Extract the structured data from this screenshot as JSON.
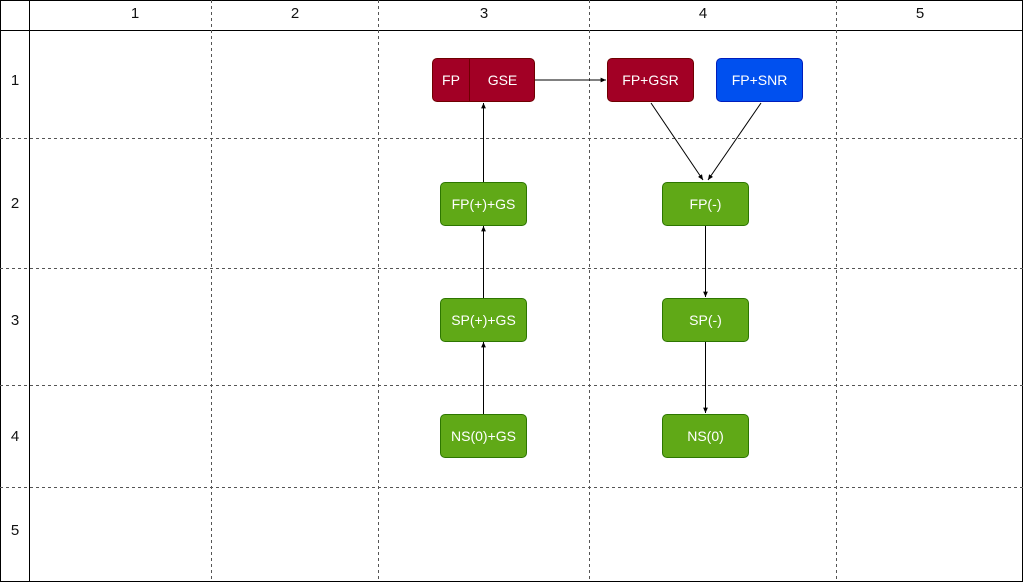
{
  "grid": {
    "columns": [
      "1",
      "2",
      "3",
      "4",
      "5"
    ],
    "rows": [
      "1",
      "2",
      "3",
      "4",
      "5"
    ]
  },
  "nodes": {
    "fp_gse": {
      "left_label": "FP",
      "right_label": "GSE",
      "color": "#a20025"
    },
    "fp_gsr": {
      "label": "FP+GSR",
      "color": "#a20025"
    },
    "fp_snr": {
      "label": "FP+SNR",
      "color": "#0050ef"
    },
    "fp_plus_gs": {
      "label": "FP(+)+GS",
      "color": "#60a917"
    },
    "fp_minus": {
      "label": "FP(-)",
      "color": "#60a917"
    },
    "sp_plus_gs": {
      "label": "SP(+)+GS",
      "color": "#60a917"
    },
    "sp_minus": {
      "label": "SP(-)",
      "color": "#60a917"
    },
    "ns0_gs": {
      "label": "NS(0)+GS",
      "color": "#60a917"
    },
    "ns0": {
      "label": "NS(0)",
      "color": "#60a917"
    }
  }
}
